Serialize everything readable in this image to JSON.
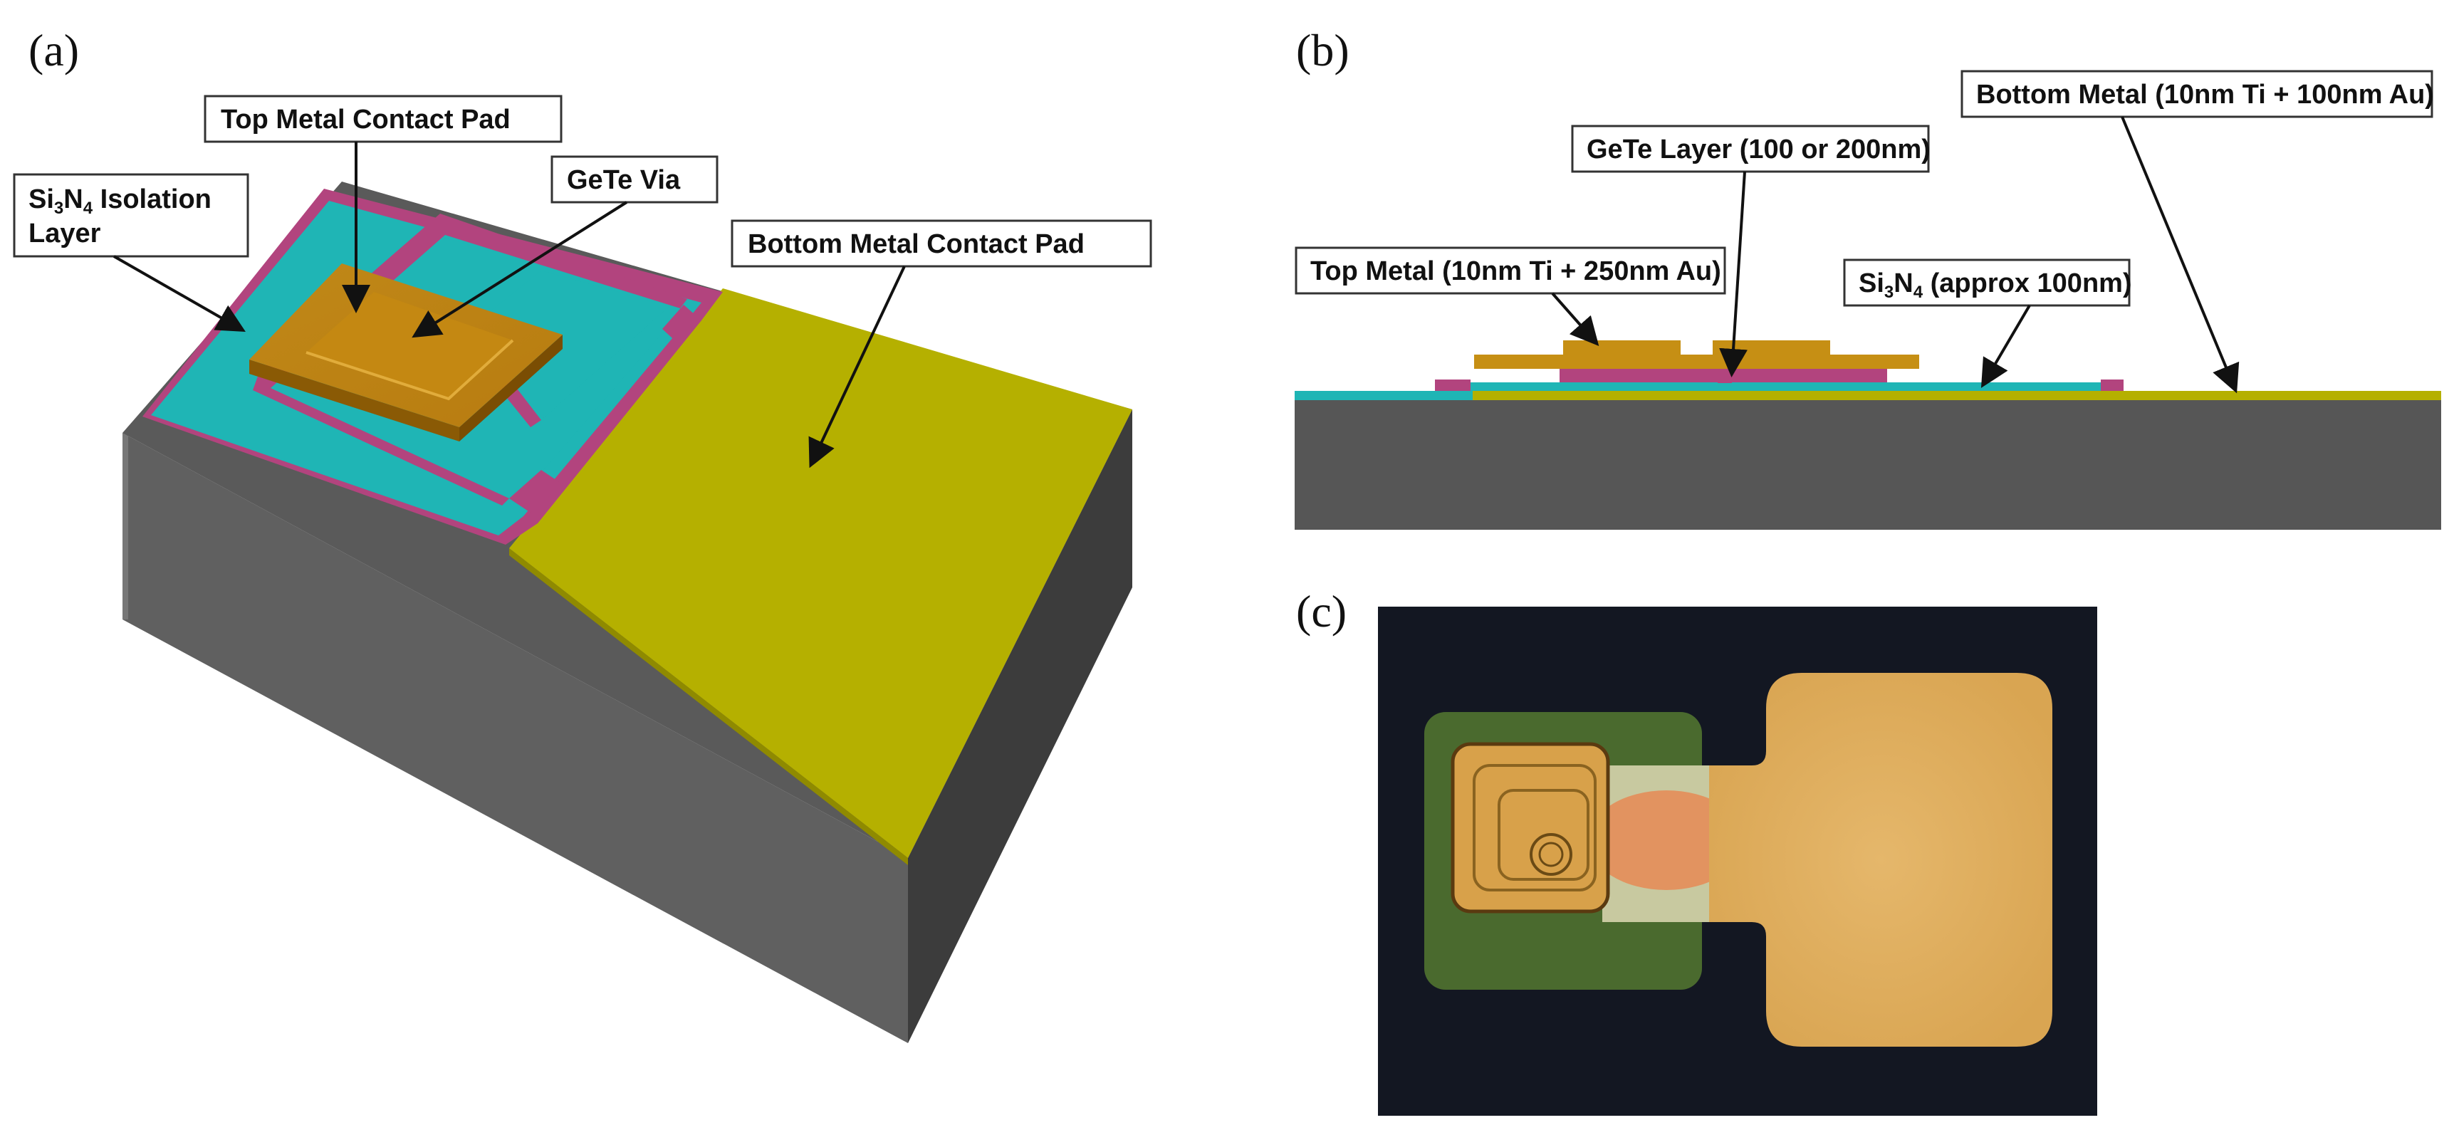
{
  "panels": {
    "a": {
      "letter": "(a)",
      "callouts": {
        "top_metal_pad": "Top Metal Contact Pad",
        "gete_via": "GeTe Via",
        "si3n4_line1_a": "Si",
        "si3n4_line1_sub1": "3",
        "si3n4_line1_b": "N",
        "si3n4_line1_sub2": "4",
        "si3n4_line1_c": " Isolation",
        "si3n4_line2": "Layer",
        "bottom_metal_pad": "Bottom Metal Contact Pad"
      }
    },
    "b": {
      "letter": "(b)",
      "callouts": {
        "gete_layer": "GeTe Layer (100 or 200nm)",
        "bottom_metal": "Bottom Metal (10nm Ti + 100nm Au)",
        "top_metal": "Top Metal (10nm Ti + 250nm Au)",
        "si3n4_a": "Si",
        "si3n4_sub1": "3",
        "si3n4_b": "N",
        "si3n4_sub2": "4",
        "si3n4_c": " (approx 100nm)"
      }
    },
    "c": {
      "letter": "(c)"
    }
  },
  "colors": {
    "substrate_top": "#5c5c5c",
    "substrate_front": "#5f5f5f",
    "substrate_side": "#3c3c3c",
    "bottom_metal": "#b5b000",
    "si3n4": "#1fb5b5",
    "gete": "#b2447e",
    "top_metal": "#c68f14",
    "photo_background": "#131722"
  }
}
